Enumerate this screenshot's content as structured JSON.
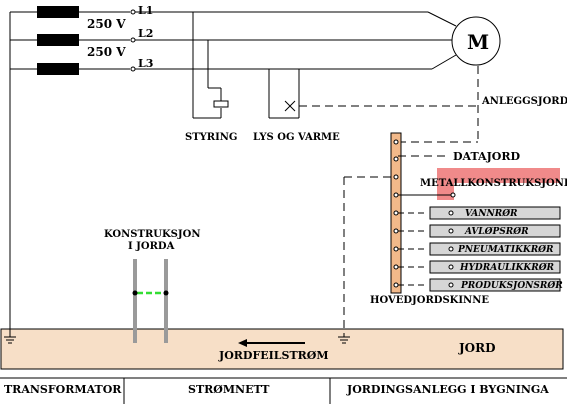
{
  "phases": [
    {
      "voltage": "",
      "line": "L1"
    },
    {
      "voltage": "250 V",
      "line": "L2"
    },
    {
      "voltage": "250 V",
      "line": "L3"
    }
  ],
  "motor": {
    "symbol": "M"
  },
  "labels": {
    "styring": "STYRING",
    "lys_og_varme": "LYS OG VARME",
    "anleggsjord": "ANLEGGSJORD",
    "datajord": "DATAJORD",
    "metallkonstruksjoner": "METALLKONSTRUKSJONER",
    "hovedjordskinne": "HOVEDJORDSKINNE",
    "konstruksjon_line1": "KONSTRUKSJON",
    "konstruksjon_line2": "I JORDA",
    "jordfeilstrom": "JORDFEILSTRØM",
    "jord": "JORD"
  },
  "pipes": [
    {
      "label": "VANNRØR"
    },
    {
      "label": "AVLØPSRØR"
    },
    {
      "label": "PNEUMATIKKRØR"
    },
    {
      "label": "HYDRAULIKKRØR"
    },
    {
      "label": "PRODUKSJONSRØR"
    }
  ],
  "sections": [
    {
      "label": "TRANSFORMATOR"
    },
    {
      "label": "STRØMNETT"
    },
    {
      "label": "JORDINGSANLEGG I BYGNINGA"
    }
  ],
  "colors": {
    "ground_fill": "#f7dfc7",
    "busbar_fill": "#f2b98a",
    "highlight": "#f08a8a",
    "pipe_fill": "#d6d6d6",
    "rod_fill": "#9a9a9a",
    "bond_color": "#33dd33"
  }
}
